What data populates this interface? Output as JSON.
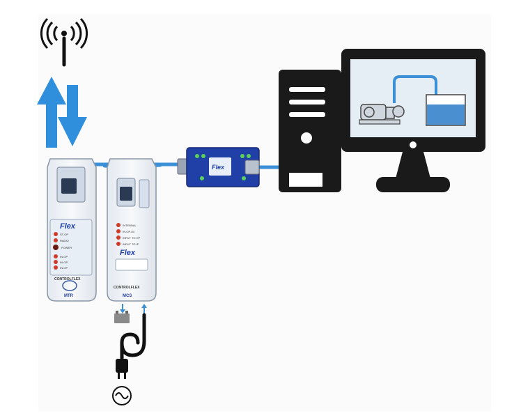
{
  "modules": {
    "mtr": {
      "brand": "Flex",
      "leds": [
        "ST-OP",
        "RADIO",
        "POWER",
        "IN-OP",
        "IN-OP",
        "IN-OP"
      ],
      "title": "CONTROLFLEX",
      "model": "MTR"
    },
    "mcs": {
      "brand": "Flex",
      "leds": [
        "INTERNAL",
        "IN-OP-04",
        "INPUT TO OP",
        "INPUT TO IP"
      ],
      "title": "CONTROLFLEX",
      "model": "MCS"
    },
    "converter": {
      "brand": "Flex"
    }
  },
  "colors": {
    "cable": "#3b8fd6",
    "arrow": "#2f8fdc",
    "computer": "#1a1a1a",
    "screen": "#e6eef5",
    "water": "#4a8fd0",
    "led": "#d23a2a",
    "module_fill": "#f1f4f8",
    "converter": "#2040a8"
  }
}
